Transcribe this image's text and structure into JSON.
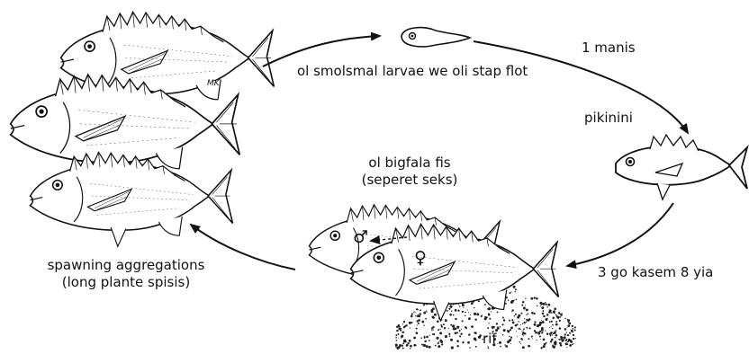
{
  "diagram": {
    "labels": {
      "larvae": "ol smolsmal larvae we oli stap flot",
      "one_month": "1 manis",
      "juvenile": "pikinini",
      "adults_line1": "ol bigfala fis",
      "adults_line2": "(seperet seks)",
      "years": "3 go kasem 8 yia",
      "reef": "rif",
      "spawning_line1": "spawning aggregations",
      "spawning_line2": "(long plante spisis)"
    },
    "symbols": {
      "male": "♂",
      "female": "♀"
    },
    "artist_signature": "MK",
    "colors": {
      "ink": "#111111",
      "background": "#ffffff"
    },
    "icons": [
      "snapper-fish-icon",
      "larva-icon",
      "juvenile-fish-icon",
      "reef-icon",
      "arrow-icon"
    ]
  }
}
